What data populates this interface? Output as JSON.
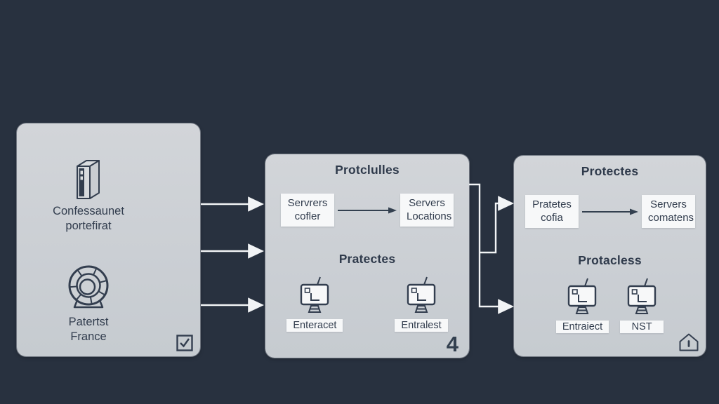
{
  "colors": {
    "background": "#28313f",
    "panel": "#cdd1d5",
    "white_box": "#f7f8f9",
    "ink": "#333e4f",
    "connector_arrows": "#f2f4f6"
  },
  "left_panel": {
    "item1": {
      "icon": "server-tower-icon",
      "lines": [
        "Confessaunet",
        "portefirat"
      ]
    },
    "item2": {
      "icon": "wheel-icon",
      "lines": [
        "Patertst",
        "France"
      ]
    },
    "corner_icon": "checkbox-icon"
  },
  "middle_panel": {
    "title": "Protclulles",
    "flow": {
      "from_lines": [
        "Servrers",
        "cofler"
      ],
      "to_lines": [
        "Servers",
        "Locations"
      ]
    },
    "subtitle": "Pratectes",
    "nodes": [
      {
        "icon": "monitor-icon",
        "label": "Enteracet"
      },
      {
        "icon": "monitor-icon",
        "label": "Entralest"
      }
    ],
    "badge": "4"
  },
  "right_panel": {
    "title": "Protectes",
    "flow": {
      "from_lines": [
        "Pratetes",
        "cofia"
      ],
      "to_lines": [
        "Servers",
        "comatens"
      ]
    },
    "subtitle": "Protacless",
    "nodes": [
      {
        "icon": "monitor-icon",
        "label": "Entraiect"
      },
      {
        "icon": "monitor-icon",
        "label": "NST"
      }
    ],
    "corner_icon": "home-icon"
  }
}
